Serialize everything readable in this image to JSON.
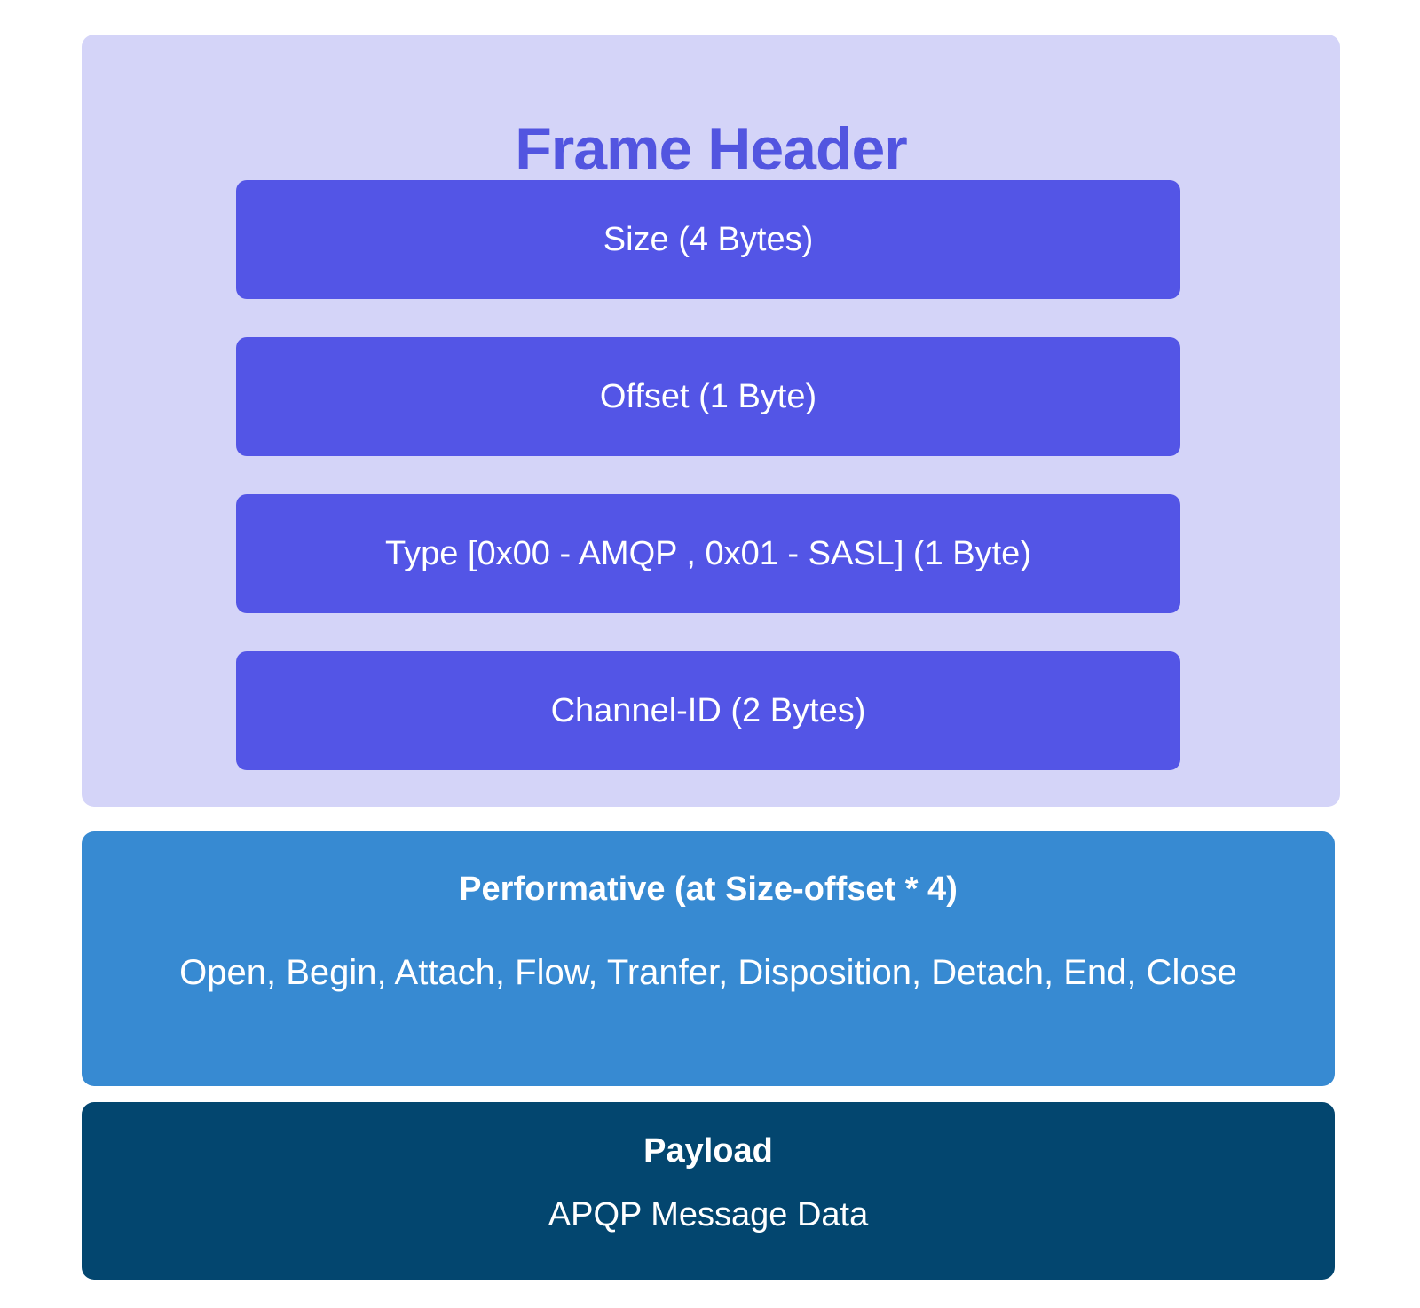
{
  "frame_header": {
    "title": "Frame Header",
    "fields": [
      "Size (4 Bytes)",
      "Offset (1 Byte)",
      "Type [0x00 - AMQP , 0x01 - SASL] (1 Byte)",
      "Channel-ID (2 Bytes)"
    ]
  },
  "performative": {
    "title": "Performative (at Size-offset * 4)",
    "list": "Open, Begin, Attach, Flow, Tranfer, Disposition, Detach, End, Close"
  },
  "payload": {
    "title": "Payload",
    "description": "APQP Message Data"
  },
  "colors": {
    "frame_header_bg": "#d4d4f8",
    "frame_header_title": "#5255e0",
    "field_bg": "#5355e6",
    "performative_bg": "#378ad2",
    "payload_bg": "#03466f"
  }
}
